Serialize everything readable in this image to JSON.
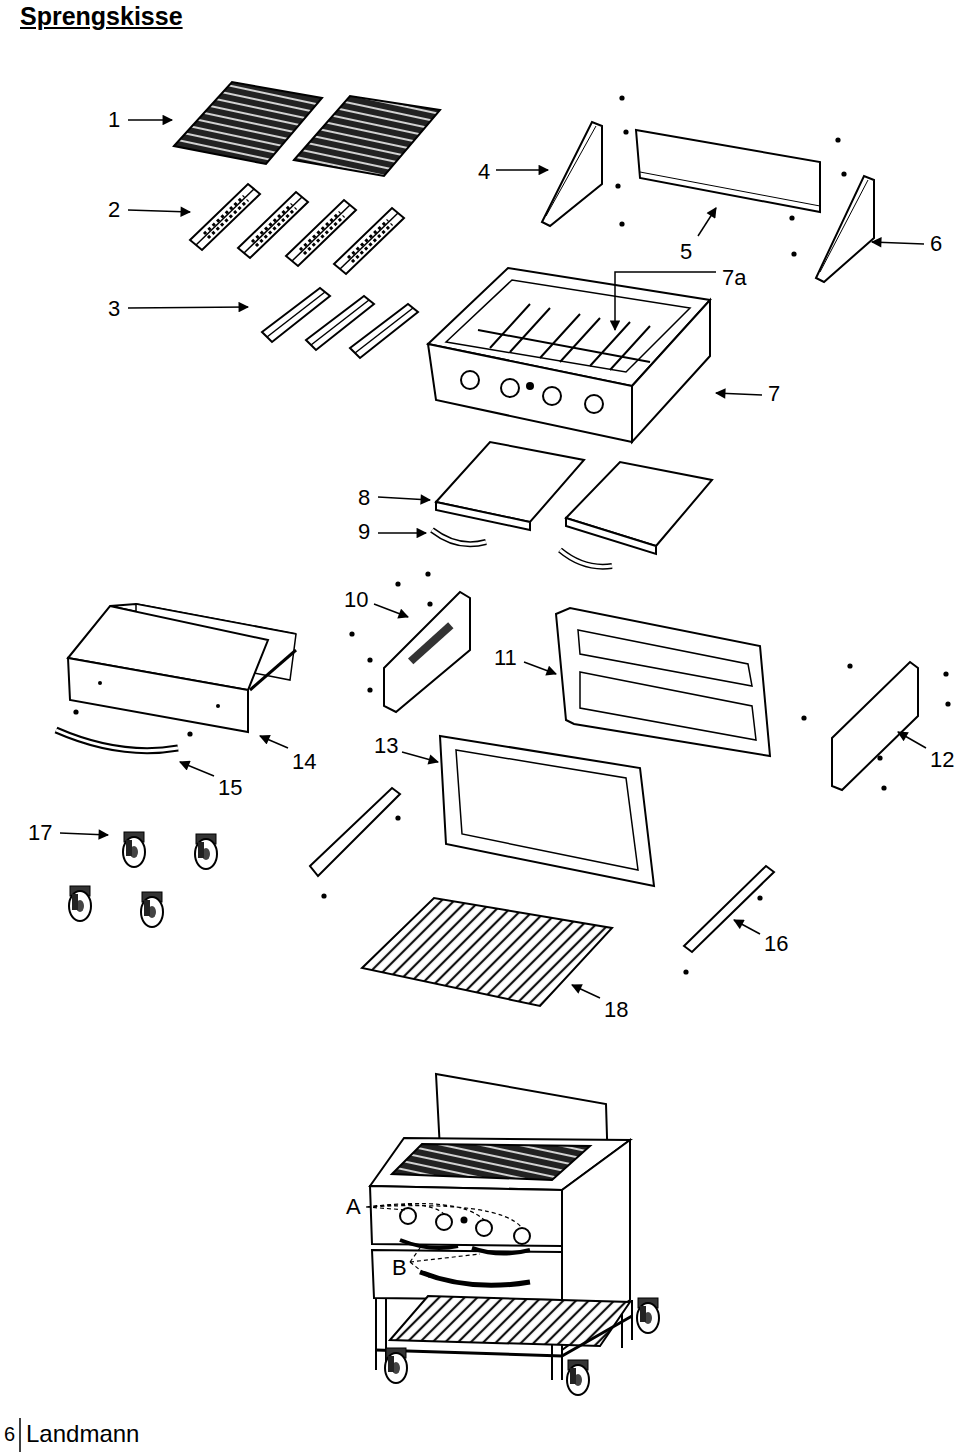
{
  "diagram": {
    "title": "Sprengskisse",
    "labels": [
      "1",
      "2",
      "3",
      "4",
      "5",
      "7a",
      "6",
      "7",
      "8",
      "9",
      "10",
      "11",
      "12",
      "13",
      "14",
      "15",
      "16",
      "17",
      "18",
      "A",
      "B",
      "6",
      "Landmann"
    ]
  }
}
